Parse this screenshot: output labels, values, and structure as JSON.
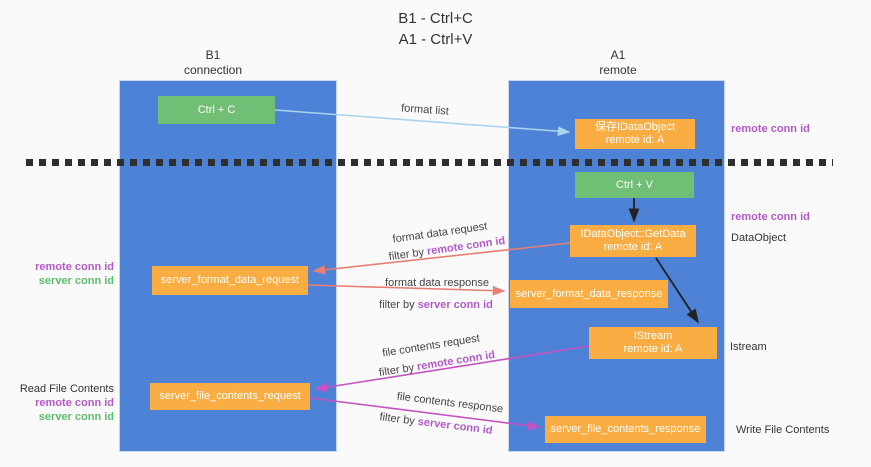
{
  "title": {
    "line1": "B1 - Ctrl+C",
    "line2": "A1 - Ctrl+V"
  },
  "columns": {
    "left": {
      "name": "B1",
      "subtitle": "connection"
    },
    "right": {
      "name": "A1",
      "subtitle": "remote"
    }
  },
  "nodes": {
    "ctrl_c": "Ctrl + C",
    "save_idataobject": {
      "line1": "保存IDataObject",
      "line2": "remote id: A"
    },
    "ctrl_v": "Ctrl + V",
    "getdata": {
      "line1": "IDataObject::GetData",
      "line2": "remote id: A"
    },
    "server_format_data_request": "server_format_data_request",
    "server_format_data_response": "server_format_data_response",
    "istream": {
      "line1": "IStream",
      "line2": "remote id: A"
    },
    "server_file_contents_request": "server_file_contents_request",
    "server_file_contents_response": "server_file_contents_response"
  },
  "flow_labels": {
    "format_list": "format list",
    "format_data_request": "format data request",
    "format_data_request_filter_prefix": "filter by ",
    "format_data_request_filter_key": "remote conn id",
    "format_data_response": "format data response",
    "format_data_response_filter_prefix": "filter by ",
    "format_data_response_filter_key": "server conn id",
    "file_contents_request": "file contents request",
    "file_contents_request_filter_prefix": "filter by ",
    "file_contents_request_filter_key": "remote conn id",
    "file_contents_response": "file contents response",
    "file_contents_response_filter_prefix": "filter by ",
    "file_contents_response_filter_key": "server conn id"
  },
  "side_labels": {
    "right_remote_conn_id_top": "remote conn id",
    "right_remote_conn_id_mid": "remote conn id",
    "right_dataobject": "DataObject",
    "right_istream": "Istream",
    "right_write_file_contents": "Write File Contents",
    "left_remote_conn_id_mid": "remote conn id",
    "left_server_conn_id_mid": "server conn id",
    "left_read_file_contents": "Read File Contents",
    "left_remote_conn_id_bottom": "remote conn id",
    "left_server_conn_id_bottom": "server conn id"
  },
  "colors": {
    "column_blue": "#4d82d6",
    "box_green": "#71bf74",
    "box_orange": "#f9ad42",
    "arrow_salmon": "#e87f74",
    "arrow_magenta": "#c553c1",
    "arrow_lightblue": "#a9d3ee",
    "arrow_black": "#222222",
    "label_purple": "#b25bc8",
    "label_green": "#5dbd6e",
    "text_dark": "#333333",
    "bg": "#fafafa"
  }
}
